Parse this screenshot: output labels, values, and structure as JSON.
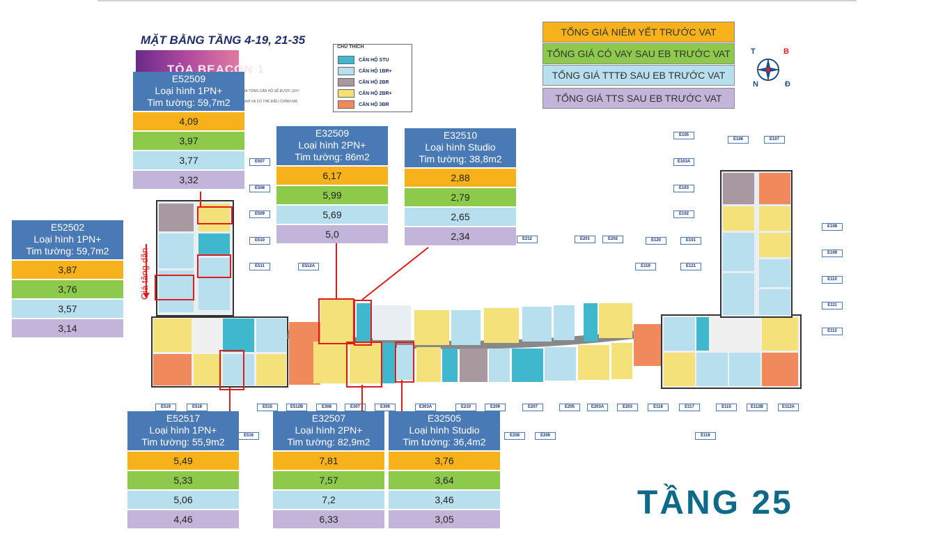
{
  "plan": {
    "title": "MẶT BẰNG TẦNG 4-19, 21-35",
    "banner": "TÒA BEACON 1",
    "note_line1": "CỦA TỪNG CĂN HỘ SẼ ĐƯỢC QUY",
    "note_line2": "HÀNH VÀ CÓ THỂ ĐIỀU CHỈNH MÀ"
  },
  "legend": {
    "title": "CHÚ THÍCH",
    "items": [
      {
        "label": "CĂN HỘ STU",
        "color": "#3fb7cd"
      },
      {
        "label": "CĂN HỘ 1BR+",
        "color": "#b7dfee"
      },
      {
        "label": "CĂN HỘ 2BR",
        "color": "#a8989f"
      },
      {
        "label": "CĂN HỘ 2BR+",
        "color": "#f5e17a"
      },
      {
        "label": "CĂN HỘ 3BR",
        "color": "#f08a5d"
      }
    ]
  },
  "price_keys": [
    {
      "label": "TỔNG GIÁ NIÊM YẾT TRƯỚC VAT",
      "color": "#f7b21b"
    },
    {
      "label": "TỔNG GIÁ CÓ VAY SAU EB TRƯỚC VAT",
      "color": "#8dc94b"
    },
    {
      "label": "TỔNG GIÁ TTTĐ SAU EB TRƯỚC VAT",
      "color": "#b7dfee"
    },
    {
      "label": "TỔNG GIÁ TTS SAU EB TRƯỚC VAT",
      "color": "#c3b5d9"
    }
  ],
  "compass": {
    "t": "T",
    "b": "B",
    "n": "N",
    "d": "Đ"
  },
  "cards": [
    {
      "code": "E52509",
      "type": "Loại hình 1PN+",
      "area": "Tim tường: 59,7m2",
      "prices": [
        "4,09",
        "3,97",
        "3,77",
        "3,32"
      ]
    },
    {
      "code": "E52502",
      "type": "Loại hình 1PN+",
      "area": "Tim tường: 59,7m2",
      "prices": [
        "3,87",
        "3,76",
        "3,57",
        "3,14"
      ]
    },
    {
      "code": "E32509",
      "type": "Loại hình 2PN+",
      "area": "Tim tường: 86m2",
      "prices": [
        "6,17",
        "5,99",
        "5,69",
        "5,0"
      ]
    },
    {
      "code": "E32510",
      "type": "Loại hình Studio",
      "area": "Tim tường: 38,8m2",
      "prices": [
        "2,88",
        "2,79",
        "2,65",
        "2,34"
      ]
    },
    {
      "code": "E52517",
      "type": "Loại hình 1PN+",
      "area": "Tim tường: 55,9m2",
      "prices": [
        "5,49",
        "5,33",
        "5,06",
        "4,46"
      ]
    },
    {
      "code": "E32507",
      "type": "Loại hình 2PN+",
      "area": "Tim tường: 82,9m2",
      "prices": [
        "7,81",
        "7,57",
        "7,2",
        "6,33"
      ]
    },
    {
      "code": "E32505",
      "type": "Loại hình Studio",
      "area": "Tim tường: 36,4m2",
      "prices": [
        "3,76",
        "3,64",
        "3,46",
        "3,05"
      ]
    }
  ],
  "unit_tags": [
    "E507",
    "E508",
    "E509",
    "E510",
    "E511",
    "E512A",
    "E105",
    "E106",
    "E107",
    "E103A",
    "E103",
    "E102",
    "E101",
    "E120",
    "E121",
    "E119",
    "E108",
    "E109",
    "E110",
    "E111",
    "E112",
    "E201",
    "E202",
    "E212",
    "E519",
    "E518",
    "E515",
    "E512B",
    "E308",
    "E307",
    "E306",
    "E303A",
    "E210",
    "E209",
    "E207",
    "E205",
    "E203A",
    "E203",
    "E118",
    "E117",
    "E115",
    "E112B",
    "E112A",
    "E116",
    "E208",
    "E206",
    "E516"
  ],
  "vertical_label": "Giá tăng dần",
  "floor_label": "TẦNG 25"
}
